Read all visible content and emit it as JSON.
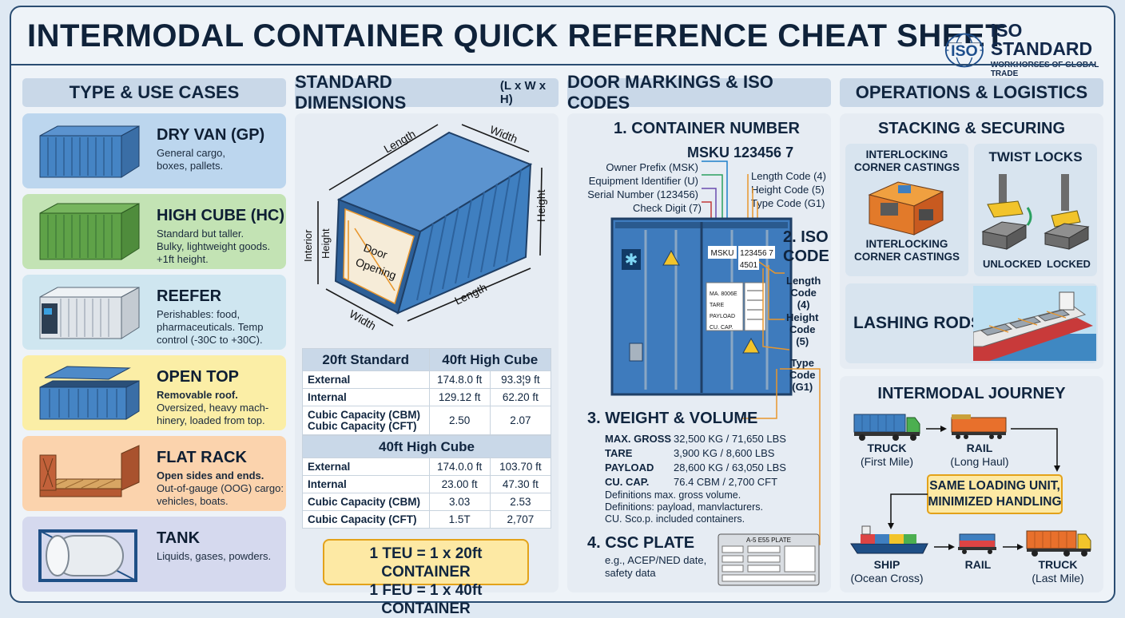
{
  "header": {
    "title": "INTERMODAL CONTAINER QUICK REFERENCE CHEAT SHEET",
    "logo_mark": "ISO",
    "logo_title": "ISO STANDARD",
    "logo_sub": "WORKHORSES OF GLOBAL TRADE"
  },
  "columns": {
    "types": "TYPE & USE CASES",
    "dims": "STANDARD DIMENSIONS",
    "dims_small": "(L x W x H)",
    "door": "DOOR MARKINGS & ISO CODES",
    "ops": "OPERATIONS & LOGISTICS"
  },
  "types": [
    {
      "name": "DRY VAN (GP)",
      "desc1": "General cargo,",
      "desc2": "boxes, pallets.",
      "desc3": ""
    },
    {
      "name": "HIGH CUBE (HC)",
      "desc1": "Standard but taller.",
      "desc2": "Bulky, lightweight goods.",
      "desc3": "+1ft height."
    },
    {
      "name": "REEFER",
      "desc1": "Perishables: food,",
      "desc2": "pharmaceuticals. Temp",
      "desc3": "control (-30C to +30C)."
    },
    {
      "name": "OPEN TOP",
      "desc1": "Removable roof.",
      "desc2": "Oversized, heavy mach-",
      "desc3": "hinery, loaded from top."
    },
    {
      "name": "FLAT RACK",
      "desc1": "Open sides and ends.",
      "desc2": "Out-of-gauge (OOG) cargo:",
      "desc3": "vehicles, boats."
    },
    {
      "name": "TANK",
      "desc1": "Liquids, gases, powders.",
      "desc2": "",
      "desc3": ""
    }
  ],
  "diagram": {
    "length_top": "Length",
    "width_top": "Width",
    "height_right": "Height",
    "interior": "Interior",
    "height_left": "Height",
    "door1": "Door",
    "door2": "Opening",
    "width_bottom": "Width",
    "length_bottom": "Length"
  },
  "table1": {
    "col1": "20ft Standard",
    "col2": "40ft High Cube",
    "rows": [
      {
        "label": "External",
        "a": "174.8.0 ft",
        "b": "93.3¦9 ft"
      },
      {
        "label": "Internal",
        "a": "129.12 ft",
        "b": "62.20 ft"
      },
      {
        "label": "Cubic Capacity (CBM)",
        "label2": "Cubic Capacity (CFT)",
        "a": "2.50",
        "b": "2.07"
      }
    ]
  },
  "table2": {
    "title": "40ft High Cube",
    "rows": [
      {
        "label": "External",
        "a": "174.0.0 ft",
        "b": "103.70 ft"
      },
      {
        "label": "Internal",
        "a": "23.00 ft",
        "b": "47.30 ft"
      },
      {
        "label": "Cubic Capacity (CBM)",
        "a": "3.03",
        "b": "2.53"
      },
      {
        "label": "Cubic Capacity (CFT)",
        "a": "1.5T",
        "b": "2,707"
      }
    ]
  },
  "teu": {
    "line1": "1 TEU = 1 x 20ft CONTAINER",
    "line2": "1 FEU = 1 x 40ft CONTAINER"
  },
  "door": {
    "s1": "1. CONTAINER NUMBER",
    "number": "MSKU 123456 7",
    "owner": "Owner Prefix (MSK)",
    "equip": "Equipment Identifier (U)",
    "serial": "Serial Number (123456)",
    "check": "Check Digit (7)",
    "len_code": "Length Code (4)",
    "ht_code": "Height Code (5)",
    "type_code": "Type Code (G1)",
    "s2a": "2. ISO",
    "s2b": "CODE",
    "iso_len1": "Length",
    "iso_len2": "Code",
    "iso_len3": "(4)",
    "iso_ht1": "Height",
    "iso_ht2": "Code",
    "iso_ht3": "(5)",
    "iso_ty1": "Type",
    "iso_ty2": "Code",
    "iso_ty3": "(G1)",
    "door_prefix": "MSKU",
    "door_num": "123456 7",
    "door_iso": "4501",
    "plate_l1": "MA. 8006E",
    "plate_l2": "TARE",
    "plate_l3": "PAYLOAD",
    "plate_l4": "CU. CAP.",
    "s3": "3. WEIGHT & VOLUME",
    "w_rows": [
      {
        "k": "MAX. GROSS",
        "v": "32,500 KG / 71,650 LBS"
      },
      {
        "k": "TARE",
        "v": "3,900 KG /   8,600 LBS"
      },
      {
        "k": "PAYLOAD",
        "v": "28,600 KG / 63,050 LBS"
      },
      {
        "k": "CU. CAP.",
        "v": "76.4 CBM /   2,700 CFT"
      }
    ],
    "def1": "Definitions max. gross volume.",
    "def2": "Definitions: payload, manvlacturers.",
    "def3": "CU. Sco.p. included containers.",
    "s4": "4. CSC PLATE",
    "csc1": "e.g., ACEP/NED date,",
    "csc2": "safety data",
    "csc_plate": "A-5 E55 PLATE"
  },
  "ops": {
    "stack_title": "STACKING & SECURING",
    "ic1": "INTERLOCKING",
    "ic2": "CORNER CASTINGS",
    "ic3": "INTERLOCKING",
    "ic4": "CORNER CASTINGS",
    "tw": "TWIST LOCKS",
    "unlocked": "UNLOCKED",
    "locked": "LOCKED",
    "lashing": "LASHING RODS",
    "journey": "INTERMODAL JOURNEY",
    "truck1": "TRUCK",
    "truck1_sub": "(First Mile)",
    "rail1": "RAIL",
    "rail1_sub": "(Long Haul)",
    "same1": "SAME LOADING UNIT,",
    "same2": "MINIMIZED HANDLING",
    "ship": "SHIP",
    "ship_sub": "(Ocean Cross)",
    "rail2": "RAIL",
    "truck2": "TRUCK",
    "truck2_sub": "(Last Mile)"
  },
  "colors": {
    "dry": "#bcd6ee",
    "hc": "#c3e3b4",
    "reefer": "#cfe6f0",
    "open": "#fbeea6",
    "flat": "#fbd3ad",
    "tank": "#d5d9ee",
    "container_blue": "#3f7fc0",
    "accent_orange": "#e8962c"
  }
}
